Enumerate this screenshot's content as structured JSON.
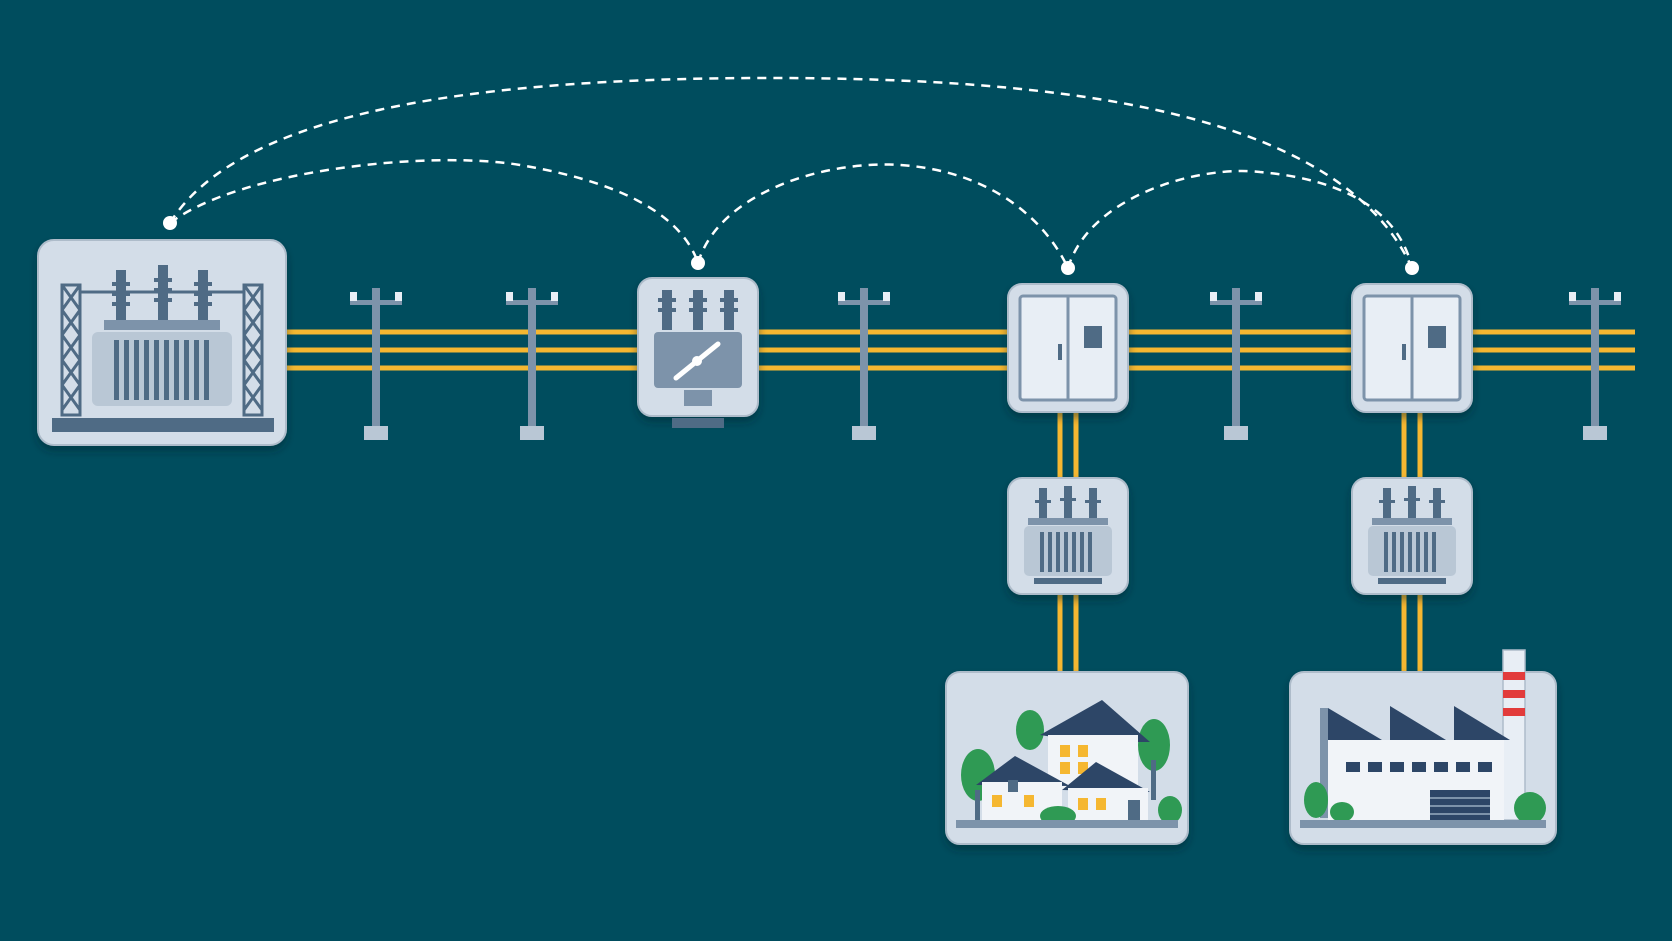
{
  "colors": {
    "background": "#004d5e",
    "power_line": "#f5b731",
    "link_dash": "#ffffff",
    "tile_fill": "#d3dde8",
    "tile_stroke": "#aebcca",
    "equipment_dark": "#4f6b85",
    "equipment_mid": "#7d93aa",
    "equipment_light": "#b9c7d5",
    "panel_fill": "#e8eef5",
    "house_wall": "#f1f4f8",
    "house_roof": "#2d4667",
    "window_lit": "#f5b731",
    "tree_green": "#2f9a54",
    "chimney_red": "#e23b3b"
  },
  "diagram": {
    "nodes": [
      {
        "id": "main-substation",
        "icon": "substation-transformer-icon"
      },
      {
        "id": "recloser",
        "icon": "recloser-switch-icon"
      },
      {
        "id": "switchgear-1",
        "icon": "switchgear-cabinet-icon"
      },
      {
        "id": "switchgear-2",
        "icon": "switchgear-cabinet-icon"
      },
      {
        "id": "distribution-transformer-1",
        "icon": "distribution-transformer-icon"
      },
      {
        "id": "distribution-transformer-2",
        "icon": "distribution-transformer-icon"
      },
      {
        "id": "residential-area",
        "icon": "houses-icon"
      },
      {
        "id": "industrial-plant",
        "icon": "factory-icon"
      }
    ],
    "utility_pole_count": 5,
    "communication_links": [
      [
        "main-substation",
        "recloser"
      ],
      [
        "main-substation",
        "switchgear-2"
      ],
      [
        "recloser",
        "switchgear-1"
      ],
      [
        "switchgear-1",
        "switchgear-2"
      ]
    ]
  }
}
